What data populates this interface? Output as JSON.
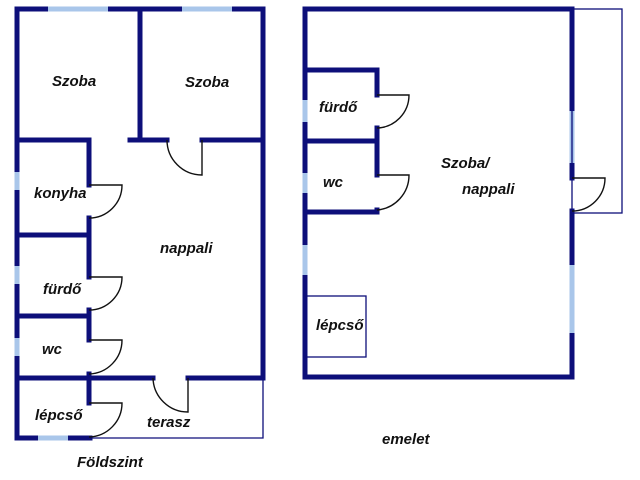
{
  "ground_floor": {
    "title": "Földszint",
    "rooms": {
      "szoba1": "Szoba",
      "szoba2": "Szoba",
      "konyha": "konyha",
      "nappali": "nappali",
      "furdo": "fürdő",
      "wc": "wc",
      "lepcso": "lépcső",
      "terasz": "terasz"
    }
  },
  "upper_floor": {
    "title": "emelet",
    "rooms": {
      "furdo": "fürdő",
      "wc": "wc",
      "szoba_line1": "Szoba/",
      "szoba_line2": "nappali",
      "lepcso": "lépcső"
    }
  },
  "colors": {
    "wall": "#0d0f7a",
    "window": "#a9c6ea"
  }
}
